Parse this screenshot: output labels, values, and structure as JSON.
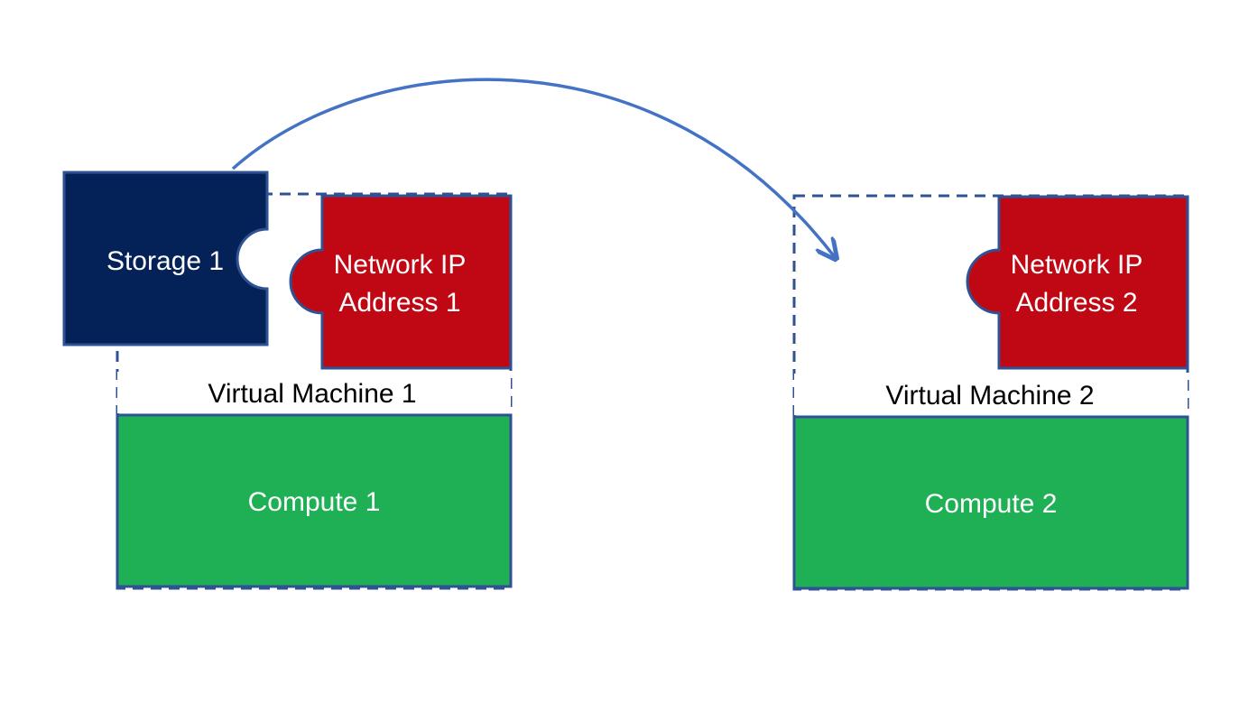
{
  "colors": {
    "storage": "#042257",
    "network": "#c00815",
    "compute": "#1fb055",
    "border": "#2f5294",
    "arrow": "#4472c4",
    "text_light": "#ffffff",
    "text_dark": "#000000"
  },
  "vm1": {
    "label": "Virtual Machine 1",
    "storage_label": "Storage 1",
    "network_line1": "Network IP",
    "network_line2": "Address 1",
    "compute_label": "Compute 1"
  },
  "vm2": {
    "label": "Virtual Machine 2",
    "network_line1": "Network IP",
    "network_line2": "Address 2",
    "compute_label": "Compute 2"
  }
}
